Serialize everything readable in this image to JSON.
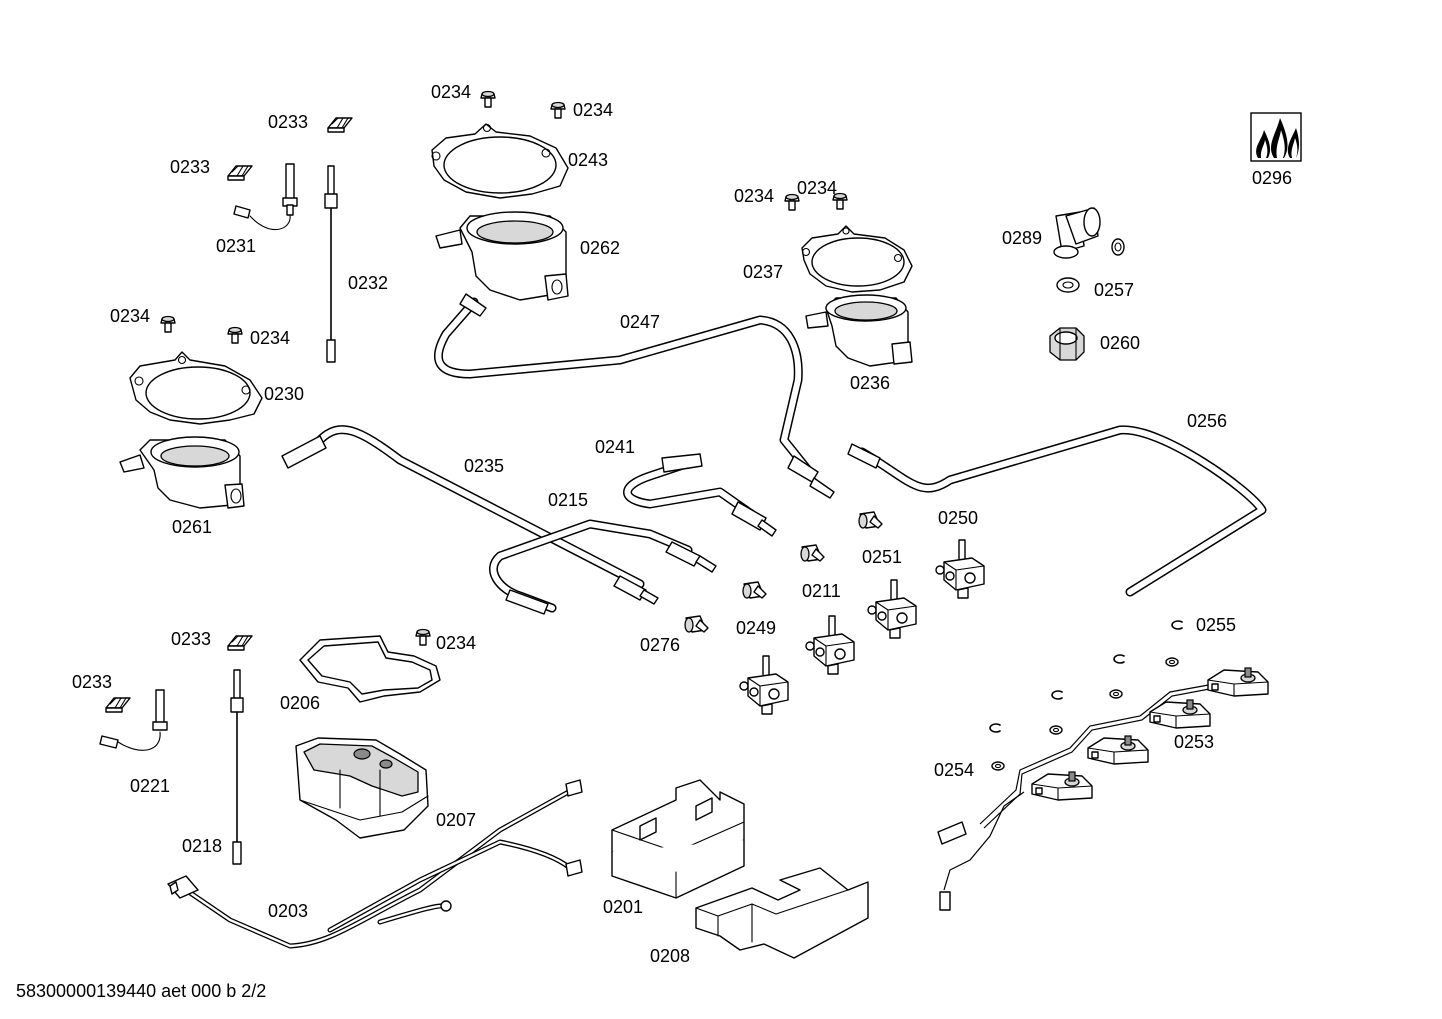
{
  "footer_code": "58300000139440 aet 000 b 2/2",
  "labels": {
    "p0234_a": "0234",
    "p0234_b": "0234",
    "p0234_c": "0234",
    "p0234_d": "0234",
    "p0234_e": "0234",
    "p0234_f": "0234",
    "p0234_g": "0234",
    "p0233_a": "0233",
    "p0233_b": "0233",
    "p0233_c": "0233",
    "p0233_d": "0233",
    "p0231": "0231",
    "p0232": "0232",
    "p0243": "0243",
    "p0262": "0262",
    "p0247": "0247",
    "p0237": "0237",
    "p0236": "0236",
    "p0289": "0289",
    "p0257": "0257",
    "p0260": "0260",
    "p0296": "0296",
    "p0230": "0230",
    "p0261": "0261",
    "p0235": "0235",
    "p0241": "0241",
    "p0215": "0215",
    "p0256": "0256",
    "p0250": "0250",
    "p0251": "0251",
    "p0211": "0211",
    "p0276": "0276",
    "p0249": "0249",
    "p0255": "0255",
    "p0253": "0253",
    "p0254": "0254",
    "p0206": "0206",
    "p0207": "0207",
    "p0221": "0221",
    "p0218": "0218",
    "p0203": "0203",
    "p0201": "0201",
    "p0208": "0208"
  }
}
